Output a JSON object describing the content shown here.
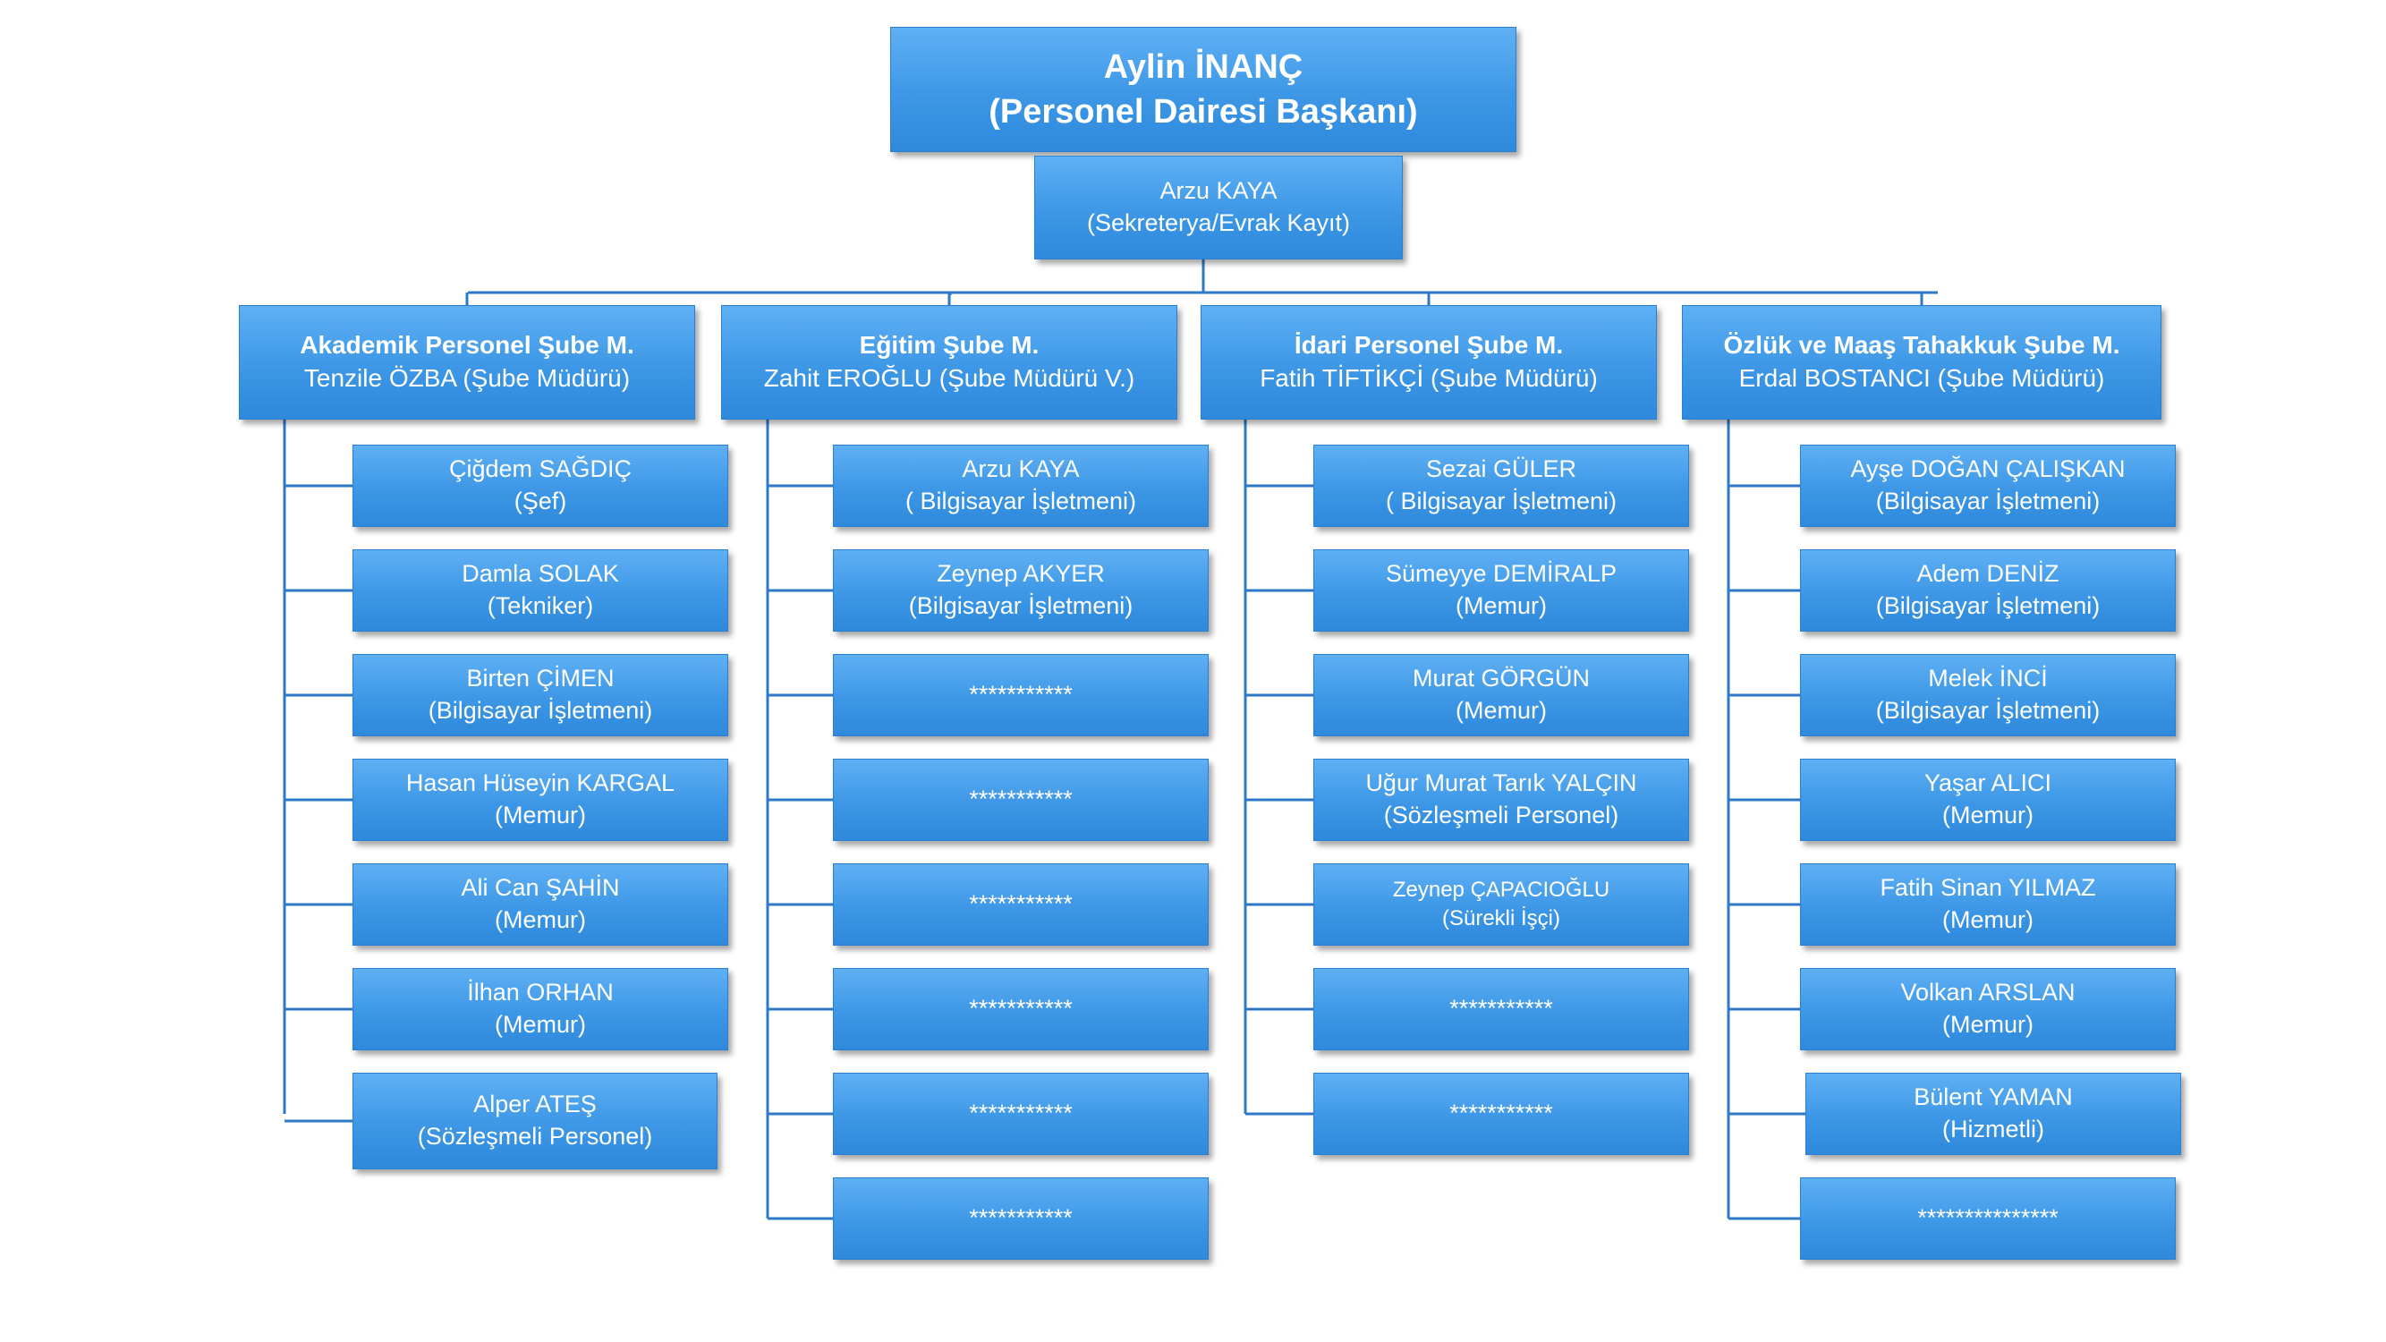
{
  "head": {
    "name": "Aylin İNANÇ",
    "title": "(Personel Dairesi Başkanı)"
  },
  "secretary": {
    "name": "Arzu KAYA",
    "title": "(Sekreterya/Evrak Kayıt)"
  },
  "departments": [
    {
      "name": "Akademik Personel Şube M.",
      "manager": "Tenzile ÖZBA (Şube Müdürü)",
      "staff": [
        {
          "name": "Çiğdem SAĞDIÇ",
          "title": "(Şef)"
        },
        {
          "name": "Damla SOLAK",
          "title": "(Tekniker)"
        },
        {
          "name": "Birten ÇİMEN",
          "title": "(Bilgisayar İşletmeni)"
        },
        {
          "name": "Hasan Hüseyin KARGAL",
          "title": "(Memur)"
        },
        {
          "name": "Ali Can ŞAHİN",
          "title": "(Memur)"
        },
        {
          "name": "İlhan ORHAN",
          "title": "(Memur)"
        },
        {
          "name": "Alper ATEŞ",
          "title": "(Sözleşmeli Personel)"
        }
      ]
    },
    {
      "name": "Eğitim Şube M.",
      "manager": "Zahit EROĞLU (Şube Müdürü V.)",
      "staff": [
        {
          "name": "Arzu KAYA",
          "title": "( Bilgisayar İşletmeni)"
        },
        {
          "name": "Zeynep AKYER",
          "title": "(Bilgisayar İşletmeni)"
        },
        {
          "name": "***********",
          "title": ""
        },
        {
          "name": "***********",
          "title": ""
        },
        {
          "name": "***********",
          "title": ""
        },
        {
          "name": "***********",
          "title": ""
        },
        {
          "name": "***********",
          "title": ""
        },
        {
          "name": "***********",
          "title": ""
        }
      ]
    },
    {
      "name": "İdari Personel Şube M.",
      "manager": "Fatih TİFTİKÇİ (Şube Müdürü)",
      "staff": [
        {
          "name": "Sezai GÜLER",
          "title": "( Bilgisayar İşletmeni)"
        },
        {
          "name": "Sümeyye DEMİRALP",
          "title": "(Memur)"
        },
        {
          "name": "Murat GÖRGÜN",
          "title": "(Memur)"
        },
        {
          "name": "Uğur Murat Tarık YALÇIN",
          "title": "(Sözleşmeli Personel)"
        },
        {
          "name": "Zeynep ÇAPACIOĞLU",
          "title": "(Sürekli İşçi)"
        },
        {
          "name": "***********",
          "title": ""
        },
        {
          "name": "***********",
          "title": ""
        }
      ]
    },
    {
      "name": "Özlük ve Maaş Tahakkuk Şube M.",
      "manager": "Erdal BOSTANCI (Şube Müdürü)",
      "staff": [
        {
          "name": "Ayşe DOĞAN ÇALIŞKAN",
          "title": "(Bilgisayar İşletmeni)"
        },
        {
          "name": "Adem DENİZ",
          "title": "(Bilgisayar İşletmeni)"
        },
        {
          "name": "Melek İNCİ",
          "title": "(Bilgisayar İşletmeni)"
        },
        {
          "name": "Yaşar ALICI",
          "title": "(Memur)"
        },
        {
          "name": "Fatih Sinan YILMAZ",
          "title": "(Memur)"
        },
        {
          "name": "Volkan ARSLAN",
          "title": "(Memur)"
        },
        {
          "name": "Bülent YAMAN",
          "title": "(Hizmetli)"
        },
        {
          "name": "***************",
          "title": ""
        }
      ]
    }
  ],
  "colors": {
    "box_top": "#5fb0f4",
    "box_bottom": "#2f89dc",
    "connector": "#2e78c8",
    "text": "#ffffff"
  }
}
